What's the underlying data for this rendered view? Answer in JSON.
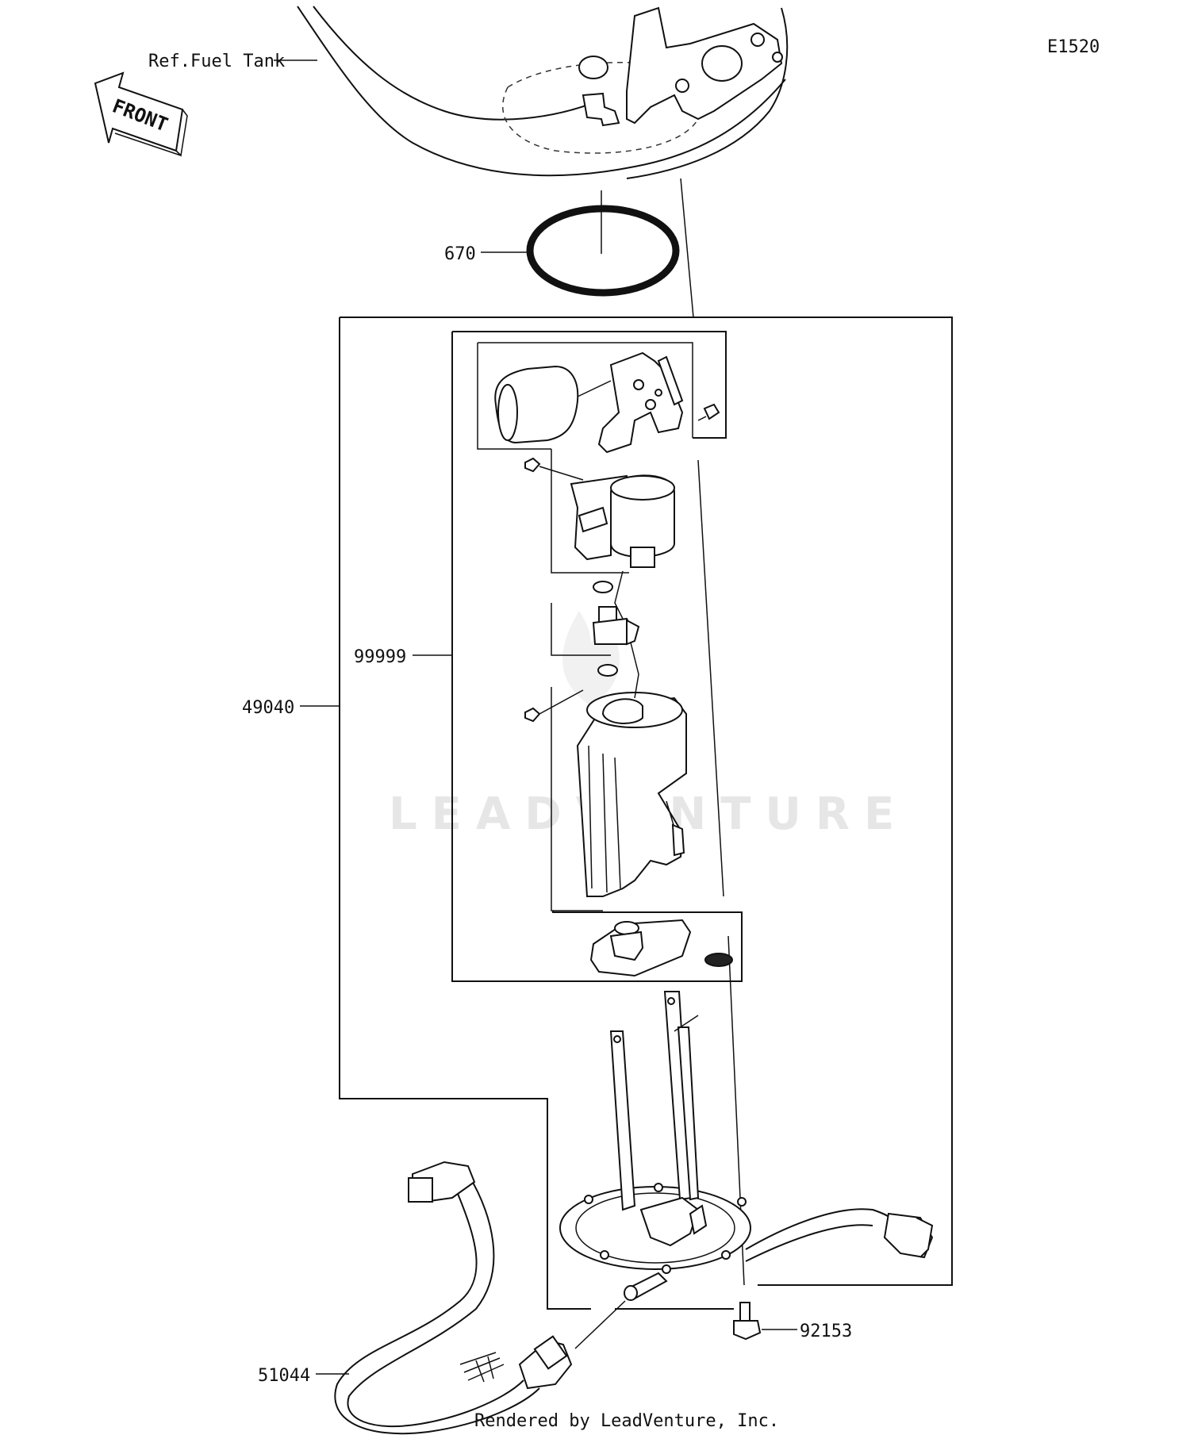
{
  "diagram_code": "E1520",
  "reference": "Ref.Fuel Tank",
  "direction_label": "FRONT",
  "watermark": "LEADVENTURE",
  "footer": "Rendered by LeadVenture, Inc.",
  "callouts": [
    {
      "id": "670"
    },
    {
      "id": "99999"
    },
    {
      "id": "49040"
    },
    {
      "id": "92153"
    },
    {
      "id": "51044"
    }
  ]
}
